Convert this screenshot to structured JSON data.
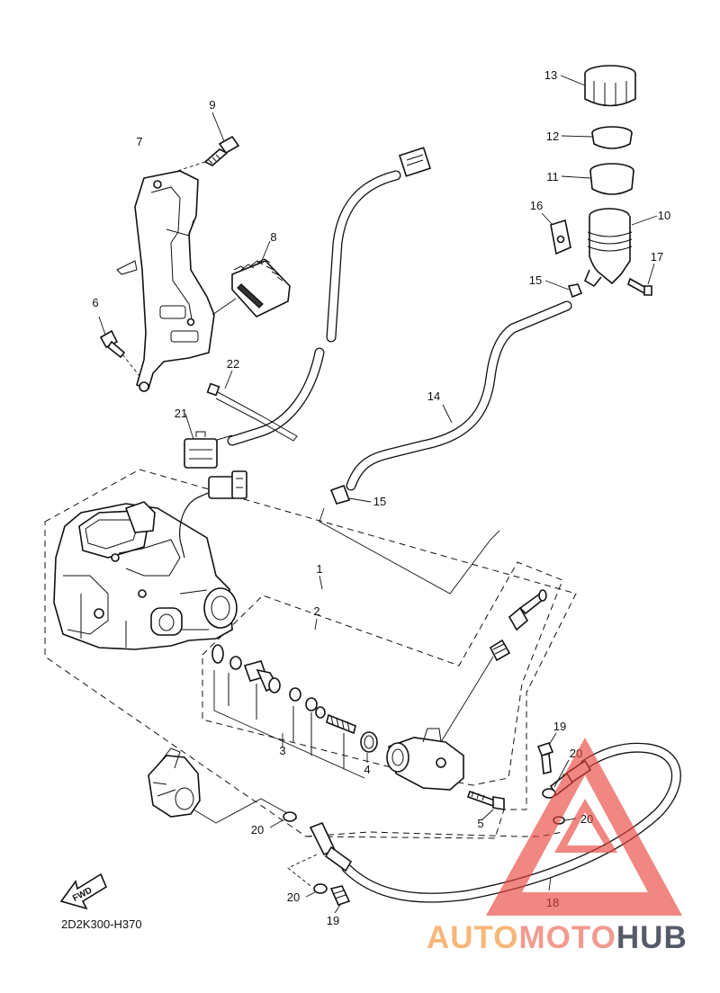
{
  "callouts": [
    "1",
    "2",
    "3",
    "4",
    "5",
    "6",
    "7",
    "8",
    "9",
    "10",
    "11",
    "12",
    "13",
    "14",
    "15",
    "15",
    "16",
    "17",
    "18",
    "19",
    "19",
    "20",
    "20",
    "20",
    "20",
    "21",
    "22"
  ],
  "diagram_code": "2D2K300-H370",
  "fwd_label": "FWD",
  "watermark": {
    "part1": "AUTO",
    "part2": "MOTO",
    "part3": "HUB",
    "triangle_color": "#e8433b",
    "auto_color": "#f6b779",
    "moto_color": "#f29a8f",
    "hub_color": "#555b68"
  }
}
